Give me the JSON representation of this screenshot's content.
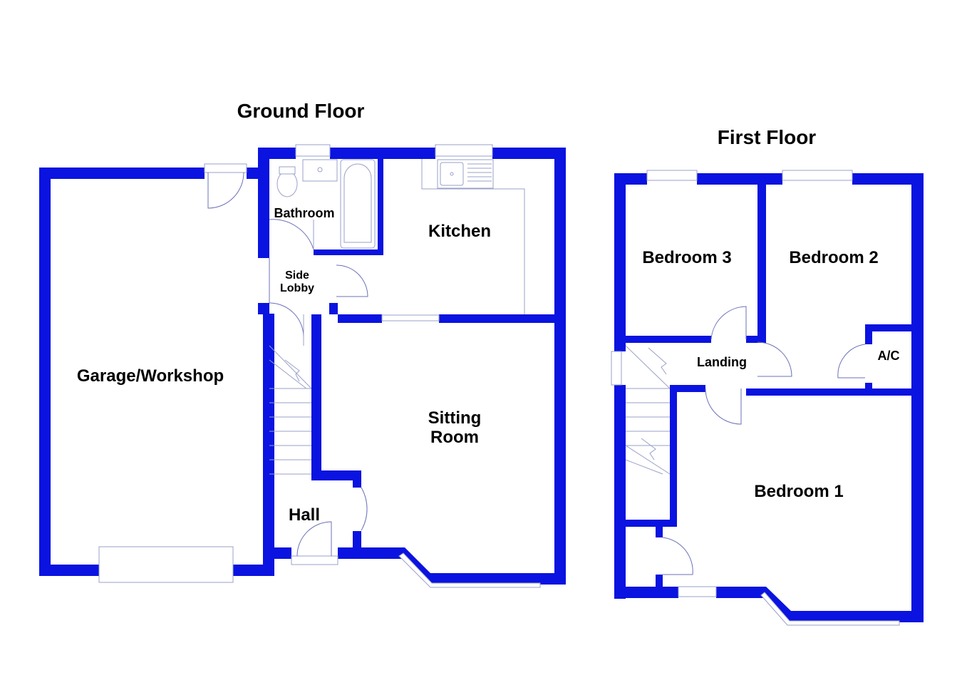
{
  "floors": {
    "ground": {
      "title": "Ground Floor",
      "rooms": {
        "garage": "Garage/Workshop",
        "bathroom": "Bathroom",
        "kitchen": "Kitchen",
        "side_lobby_line1": "Side",
        "side_lobby_line2": "Lobby",
        "sitting_line1": "Sitting",
        "sitting_line2": "Room",
        "hall": "Hall"
      }
    },
    "first": {
      "title": "First Floor",
      "rooms": {
        "bedroom3": "Bedroom 3",
        "bedroom2": "Bedroom 2",
        "landing": "Landing",
        "airing_cupboard": "A/C",
        "bedroom1": "Bedroom 1"
      }
    }
  },
  "colors": {
    "wall": "#0a13e0",
    "fixture_line": "#9aa0c8"
  }
}
